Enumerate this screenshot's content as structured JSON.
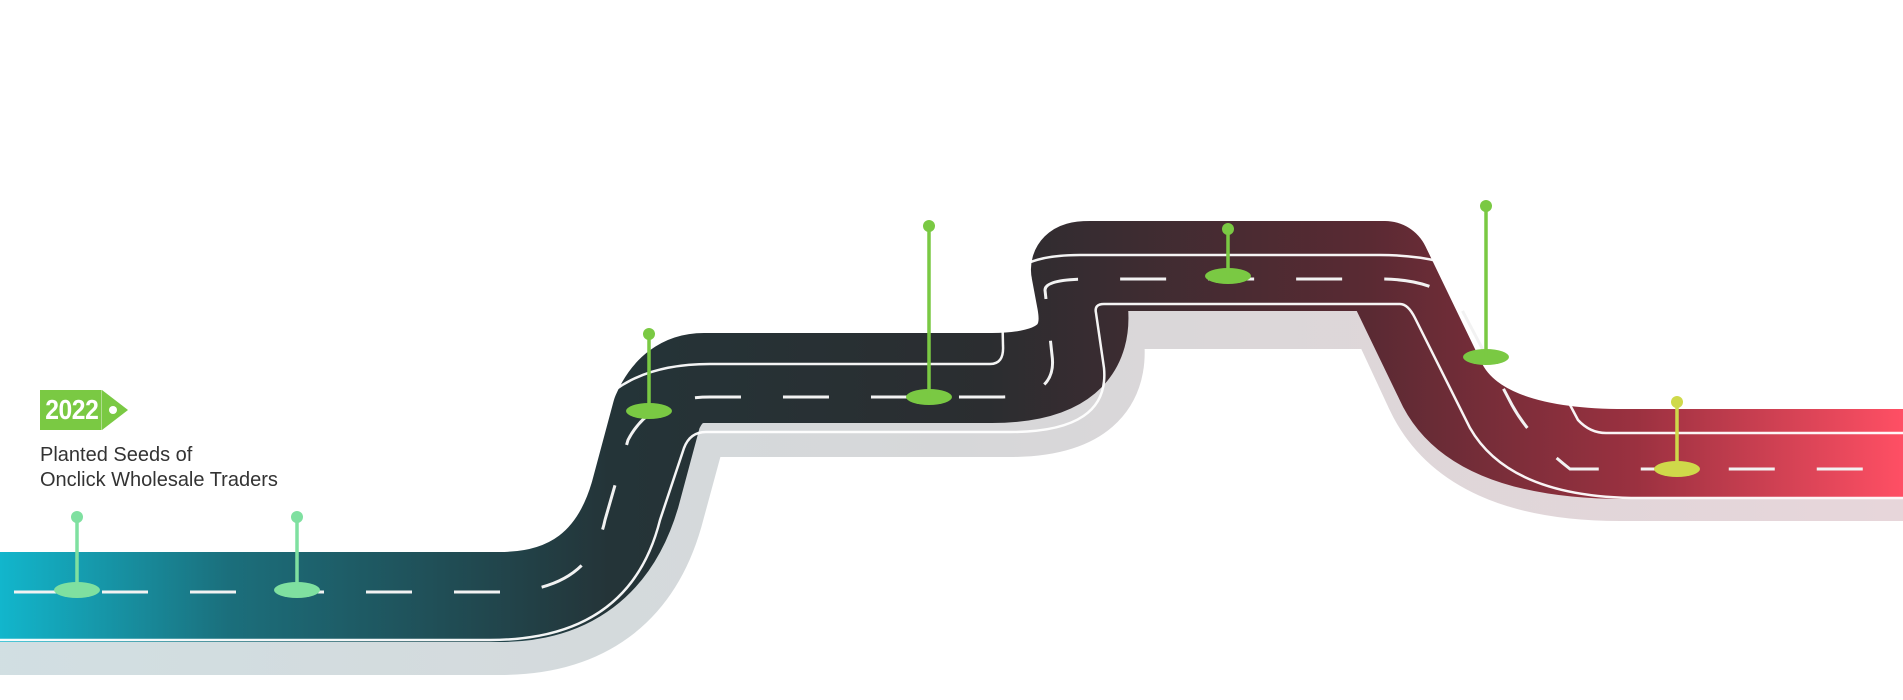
{
  "milestone": {
    "year": "2022",
    "line1": "Planted Seeds of",
    "line2": "Onclick Wholesale Traders"
  },
  "colors": {
    "road_start": "#12b6cc",
    "road_middle": "#2b2d30",
    "road_end": "#ff4f64",
    "tag": "#7ac943",
    "pin_teal": "#7fe0a0",
    "pin_green": "#7ac943",
    "pin_yellow": "#cfd94a"
  },
  "pins": [
    {
      "color": "pin_teal",
      "icon": "map-pin-icon"
    },
    {
      "color": "pin_teal",
      "icon": "map-pin-icon"
    },
    {
      "color": "pin_green",
      "icon": "map-pin-icon"
    },
    {
      "color": "pin_green",
      "icon": "map-pin-icon"
    },
    {
      "color": "pin_green",
      "icon": "map-pin-icon"
    },
    {
      "color": "pin_green",
      "icon": "map-pin-icon"
    },
    {
      "color": "pin_yellow",
      "icon": "map-pin-icon"
    }
  ]
}
